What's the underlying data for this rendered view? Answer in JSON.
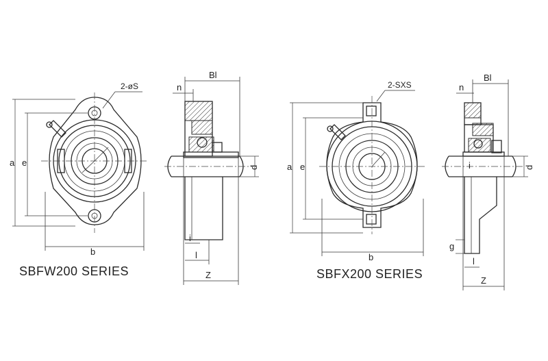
{
  "left_drawing": {
    "series_title": "SBFW200   SERIES",
    "dims": {
      "hole_note": "2-øS",
      "bl": "Bl",
      "n": "n",
      "a": "a",
      "e": "e",
      "d": "d",
      "b": "b",
      "i": "i",
      "l": "l",
      "z": "Z"
    }
  },
  "right_drawing": {
    "series_title": "SBFX200   SERIES",
    "dims": {
      "hole_note": "2-SXS",
      "bl": "Bl",
      "n": "n",
      "a": "a",
      "e": "e",
      "d": "d",
      "b": "b",
      "i": "i",
      "g": "g",
      "l": "l",
      "z": "Z"
    }
  }
}
